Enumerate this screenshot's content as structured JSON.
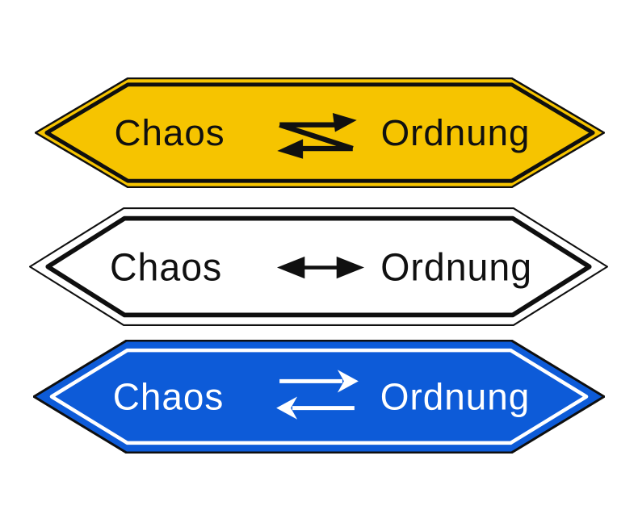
{
  "page": {
    "background": "#ffffff",
    "description_labels": {
      "left_word": "Chaos",
      "right_word": "Ordnung"
    }
  },
  "signs": [
    {
      "name": "chaos-ordnung-sign-yellow",
      "left_label": "Chaos",
      "right_label": "Ordnung",
      "arrow_icon": "zigzag-bidirectional-arrow",
      "colors": {
        "fill": "#F6C400",
        "border": "#0f0f0f",
        "inner_line": "#0f0f0f",
        "text": "#101010",
        "arrow": "#101010"
      }
    },
    {
      "name": "chaos-ordnung-sign-white",
      "left_label": "Chaos",
      "right_label": "Ordnung",
      "arrow_icon": "horizontal-double-headed-arrow",
      "colors": {
        "fill": "#ffffff",
        "border": "#0f0f0f",
        "inner_line": "#0f0f0f",
        "text": "#101010",
        "arrow": "#101010"
      }
    },
    {
      "name": "chaos-ordnung-sign-blue",
      "left_label": "Chaos",
      "right_label": "Ordnung",
      "arrow_icon": "reversible-exchange-arrows",
      "colors": {
        "fill": "#0D5BD8",
        "border": "#0f0f0f",
        "inner_line": "#ffffff",
        "text": "#ffffff",
        "arrow": "#ffffff"
      }
    }
  ]
}
